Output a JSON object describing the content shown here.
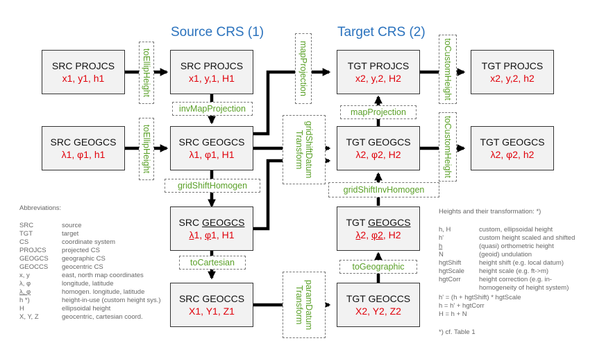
{
  "titles": {
    "source": "Source CRS (1)",
    "target": "Target CRS (2)"
  },
  "nodes": {
    "src_projcs_left": {
      "name": "SRC PROJCS",
      "coords": "x1, y1, h1"
    },
    "src_geogcs_left": {
      "name": "SRC GEOGCS",
      "coords": "λ1, φ1, h1"
    },
    "src_projcs": {
      "name": "SRC PROJCS",
      "coords": "x1, y,1, H1"
    },
    "src_geogcs": {
      "name": "SRC GEOGCS",
      "coords": "λ1, φ1, H1"
    },
    "src_geogcs_homogen": {
      "name_prefix": "SRC ",
      "name_u": "GEOGCS",
      "coords_u1": "λ",
      "coords_a": "1, ",
      "coords_u2": "φ",
      "coords_b": "1, H1"
    },
    "src_geoccs": {
      "name": "SRC GEOCCS",
      "coords": "X1, Y1, Z1"
    },
    "tgt_projcs": {
      "name": "TGT PROJCS",
      "coords": "x2, y,2, H2"
    },
    "tgt_geogcs": {
      "name": "TGT GEOGCS",
      "coords": "λ2, φ2, H2"
    },
    "tgt_geogcs_homogen": {
      "name_prefix": "TGT ",
      "name_u": "GEOGCS",
      "coords_u1": "λ",
      "coords_a": "2, ",
      "coords_u2": "φ2",
      "coords_b": ", H2"
    },
    "tgt_geoccs": {
      "name": "TGT GEOCCS",
      "coords": "X2, Y2, Z2"
    },
    "tgt_projcs_right": {
      "name": "TGT PROJCS",
      "coords": "x2, y,2, h2"
    },
    "tgt_geogcs_right": {
      "name": "TGT GEOGCS",
      "coords": "λ2, φ2, h2"
    }
  },
  "ops": {
    "to_ellip_height_1": "toEllipHeight",
    "to_ellip_height_2": "toEllipHeight",
    "inv_map_projection": "invMapProjection",
    "grid_shift_homogen": "gridShiftHomogen",
    "to_cartesian": "toCartesian",
    "map_projection_v": "mapProjection",
    "grid_shift_datum_1": "gridShiftDatum",
    "grid_shift_datum_2": "Transform",
    "param_datum_1": "paramDatum",
    "param_datum_2": "Transform",
    "map_projection": "mapProjection",
    "grid_shift_inv_homogen": "gridShiftInvHomogen",
    "to_geographic": "toGeographic",
    "to_custom_height_1": "toCustomHeight",
    "to_custom_height_2": "toCustomHeight"
  },
  "abbreviations": {
    "heading": "Abbreviations:",
    "items": [
      {
        "k": "SRC",
        "v": "source"
      },
      {
        "k": "TGT",
        "v": "target"
      },
      {
        "k": "CS",
        "v": "coordinate system"
      },
      {
        "k": "PROJCS",
        "v": "projected CS"
      },
      {
        "k": "GEOGCS",
        "v": "geographic CS"
      },
      {
        "k": "GEOCCS",
        "v": "geocentric CS"
      },
      {
        "k": "x, y",
        "v": "east, north map coordinates"
      },
      {
        "k": "λ, φ",
        "v": "longitude, latitude"
      },
      {
        "k": "λ, φ",
        "v": "homogen. longitude, latitude"
      },
      {
        "k": "h *)",
        "v": "height-in-use (custom height sys.)"
      },
      {
        "k": "H",
        "v": "ellipsoidal height"
      },
      {
        "k": "X, Y, Z",
        "v": "geocentric, cartesian coord."
      }
    ]
  },
  "heights": {
    "heading": "Heights and their transformation: *)",
    "items": [
      {
        "k": "h, H",
        "v": "custom, ellipsoidal height"
      },
      {
        "k": "h'",
        "v": "custom height scaled and shifted"
      },
      {
        "k": "h",
        "v": "(quasi) orthometric height"
      },
      {
        "k": "N",
        "v": "(geoid) undulation"
      },
      {
        "k": "hgtShift",
        "v": "height shift (e.g. local datum)"
      },
      {
        "k": "hgtScale",
        "v": "height scale (e.g. ft->m)"
      },
      {
        "k": "hgtCorr",
        "v": "height correction (e.g. in-"
      },
      {
        "k": "",
        "v": "homogeneity of height system)"
      }
    ],
    "formula_1": "h' = (h + hgtShift) * hgtScale",
    "formula_2": "h = h' + hgtCorr",
    "formula_3": "H = h + N",
    "footnote": "*) cf. Table 1"
  }
}
